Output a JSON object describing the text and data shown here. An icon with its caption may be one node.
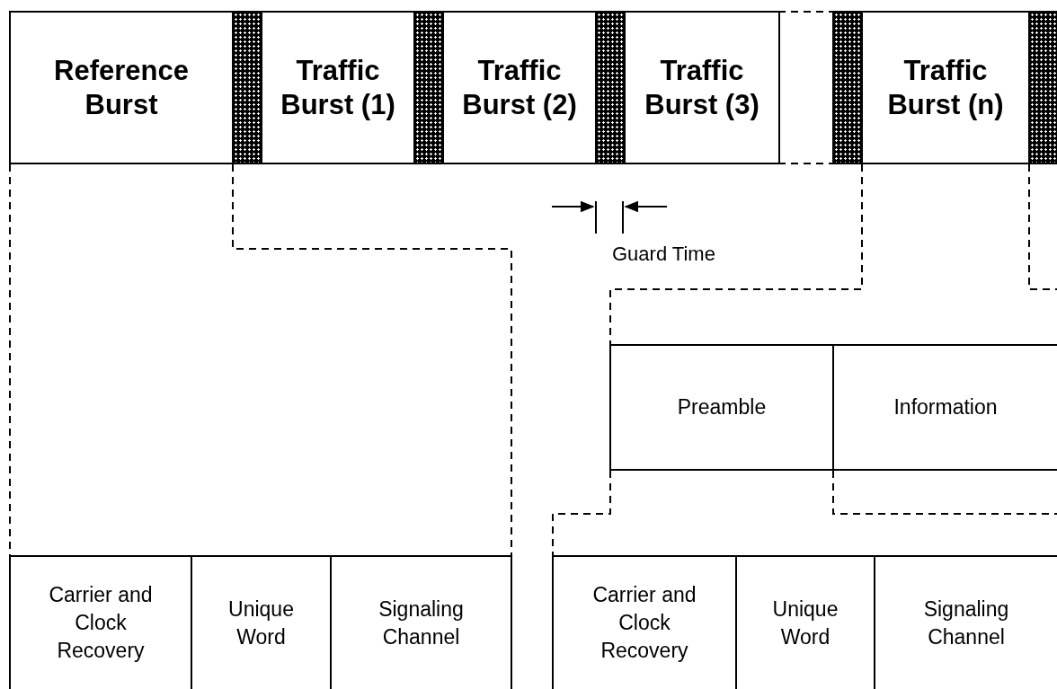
{
  "diagram": {
    "nodes": [
      {
        "text": [
          "Reference Burst"
        ]
      },
      {
        "text": [],
        "shape": "bar"
      },
      {
        "text": [
          "Traffic Burst (1)"
        ]
      },
      {
        "text": [],
        "shape": "bar"
      },
      {
        "text": [
          "Traffic Burst (2)"
        ]
      },
      {
        "text": [],
        "shape": "bar"
      },
      {
        "text": [
          "Traffic Burst (3)"
        ]
      },
      {
        "text": [],
        "shape": "bar"
      },
      {
        "text": [
          "Traffic Burst (n)"
        ]
      },
      {
        "text": [],
        "shape": "bar"
      },
      {
        "text": [
          "Preamble"
        ]
      },
      {
        "text": [
          "Information"
        ]
      },
      {
        "text": [
          "Carrier and Clock Recovery"
        ]
      },
      {
        "text": [
          "Unique Word"
        ]
      },
      {
        "text": [
          "Signaling Channel"
        ]
      },
      {
        "text": [
          "Carrier and Clock Recovery"
        ]
      },
      {
        "text": [
          "Unique Word"
        ]
      },
      {
        "text": [
          "Signaling Channel"
        ]
      }
    ],
    "edges": [
      {
        "from": 0,
        "to": 12,
        "arrow": "none",
        "style": "dashed"
      },
      {
        "from": 0,
        "to": 14,
        "arrow": "none",
        "style": "dashed"
      },
      {
        "from": 8,
        "to": 10,
        "arrow": "none",
        "style": "dashed"
      },
      {
        "from": 8,
        "to": 11,
        "arrow": "none",
        "style": "dashed"
      },
      {
        "from": 10,
        "to": 15,
        "arrow": "none",
        "style": "dashed"
      },
      {
        "from": 10,
        "to": 17,
        "arrow": "none",
        "style": "dashed"
      }
    ],
    "labels": [
      "Guard Time"
    ]
  }
}
